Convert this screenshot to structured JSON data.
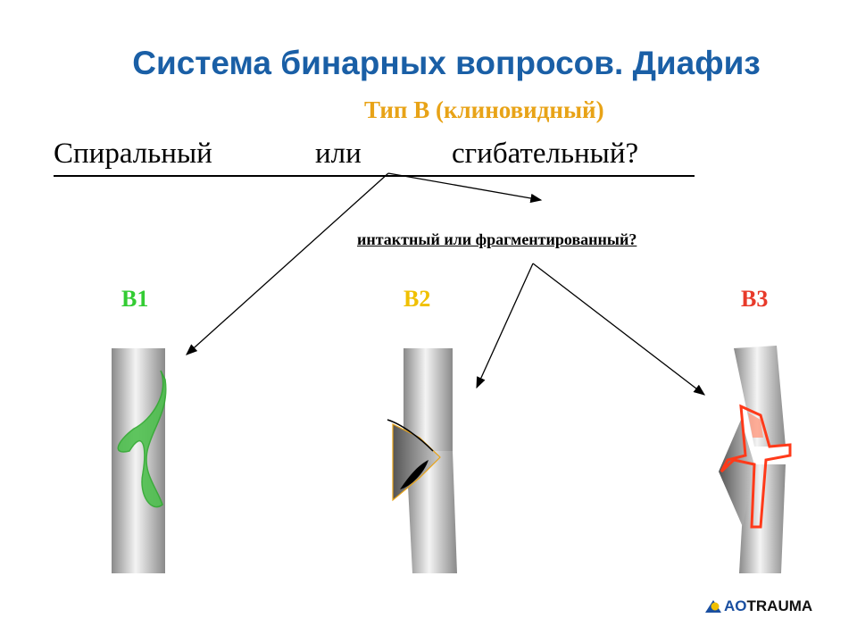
{
  "title": "Система бинарных вопросов. Диафиз",
  "subtitle": "Тип B (клиновидный)",
  "question": {
    "left": "Спиральный",
    "middle": "или",
    "right": "сгибательный?"
  },
  "sub_question": "интактный или фрагментированный?",
  "labels": {
    "b1": "B1",
    "b2": "B2",
    "b3": "B3"
  },
  "logo": {
    "ao": "AO",
    "trauma": "TRAUMA"
  },
  "colors": {
    "title": "#1a5fa6",
    "subtitle": "#e8a317",
    "b1": "#33cc33",
    "b2": "#f0c000",
    "b3": "#e83a2a"
  }
}
